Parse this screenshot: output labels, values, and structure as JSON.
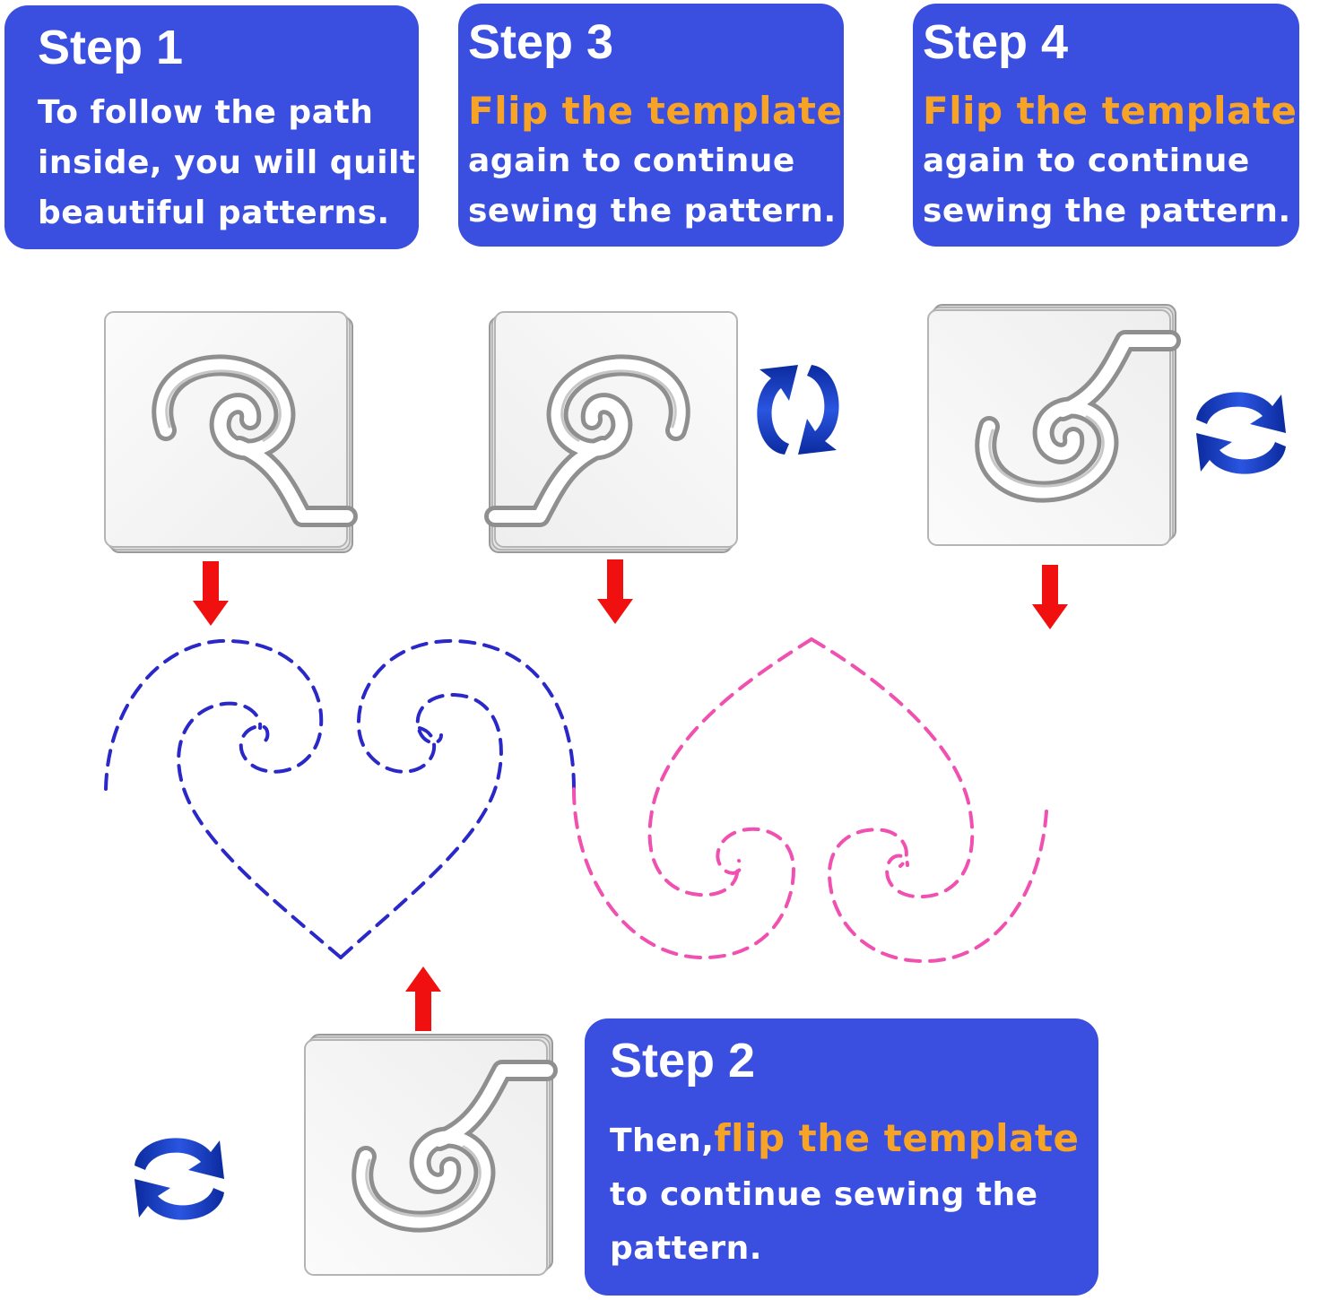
{
  "steps": {
    "step1": {
      "title": "Step 1",
      "lines": [
        "To follow the path",
        "inside, you will quilt",
        "beautiful patterns."
      ]
    },
    "step2": {
      "title": "Step 2",
      "lead": "Then,",
      "highlight": "flip the template",
      "lines": [
        " to continue sewing the",
        "pattern."
      ]
    },
    "step3": {
      "title": "Step 3",
      "highlight": "Flip the template",
      "lines": [
        "again to continue",
        "sewing the pattern."
      ]
    },
    "step4": {
      "title": "Step 4",
      "highlight": "Flip the template",
      "lines": [
        "again to continue",
        "sewing the pattern."
      ]
    }
  },
  "colors": {
    "card": "#3a4ee0",
    "highlight": "#f7a326",
    "arrow": "#f01010",
    "path_blue": "#2a28c8",
    "path_pink": "#f050b0",
    "flip_icon": "#1f3fc0"
  },
  "icons": [
    "quilting-template-icon",
    "flip-arrows-icon",
    "down-arrow-icon",
    "up-arrow-icon",
    "dashed-stitch-path-icon"
  ]
}
